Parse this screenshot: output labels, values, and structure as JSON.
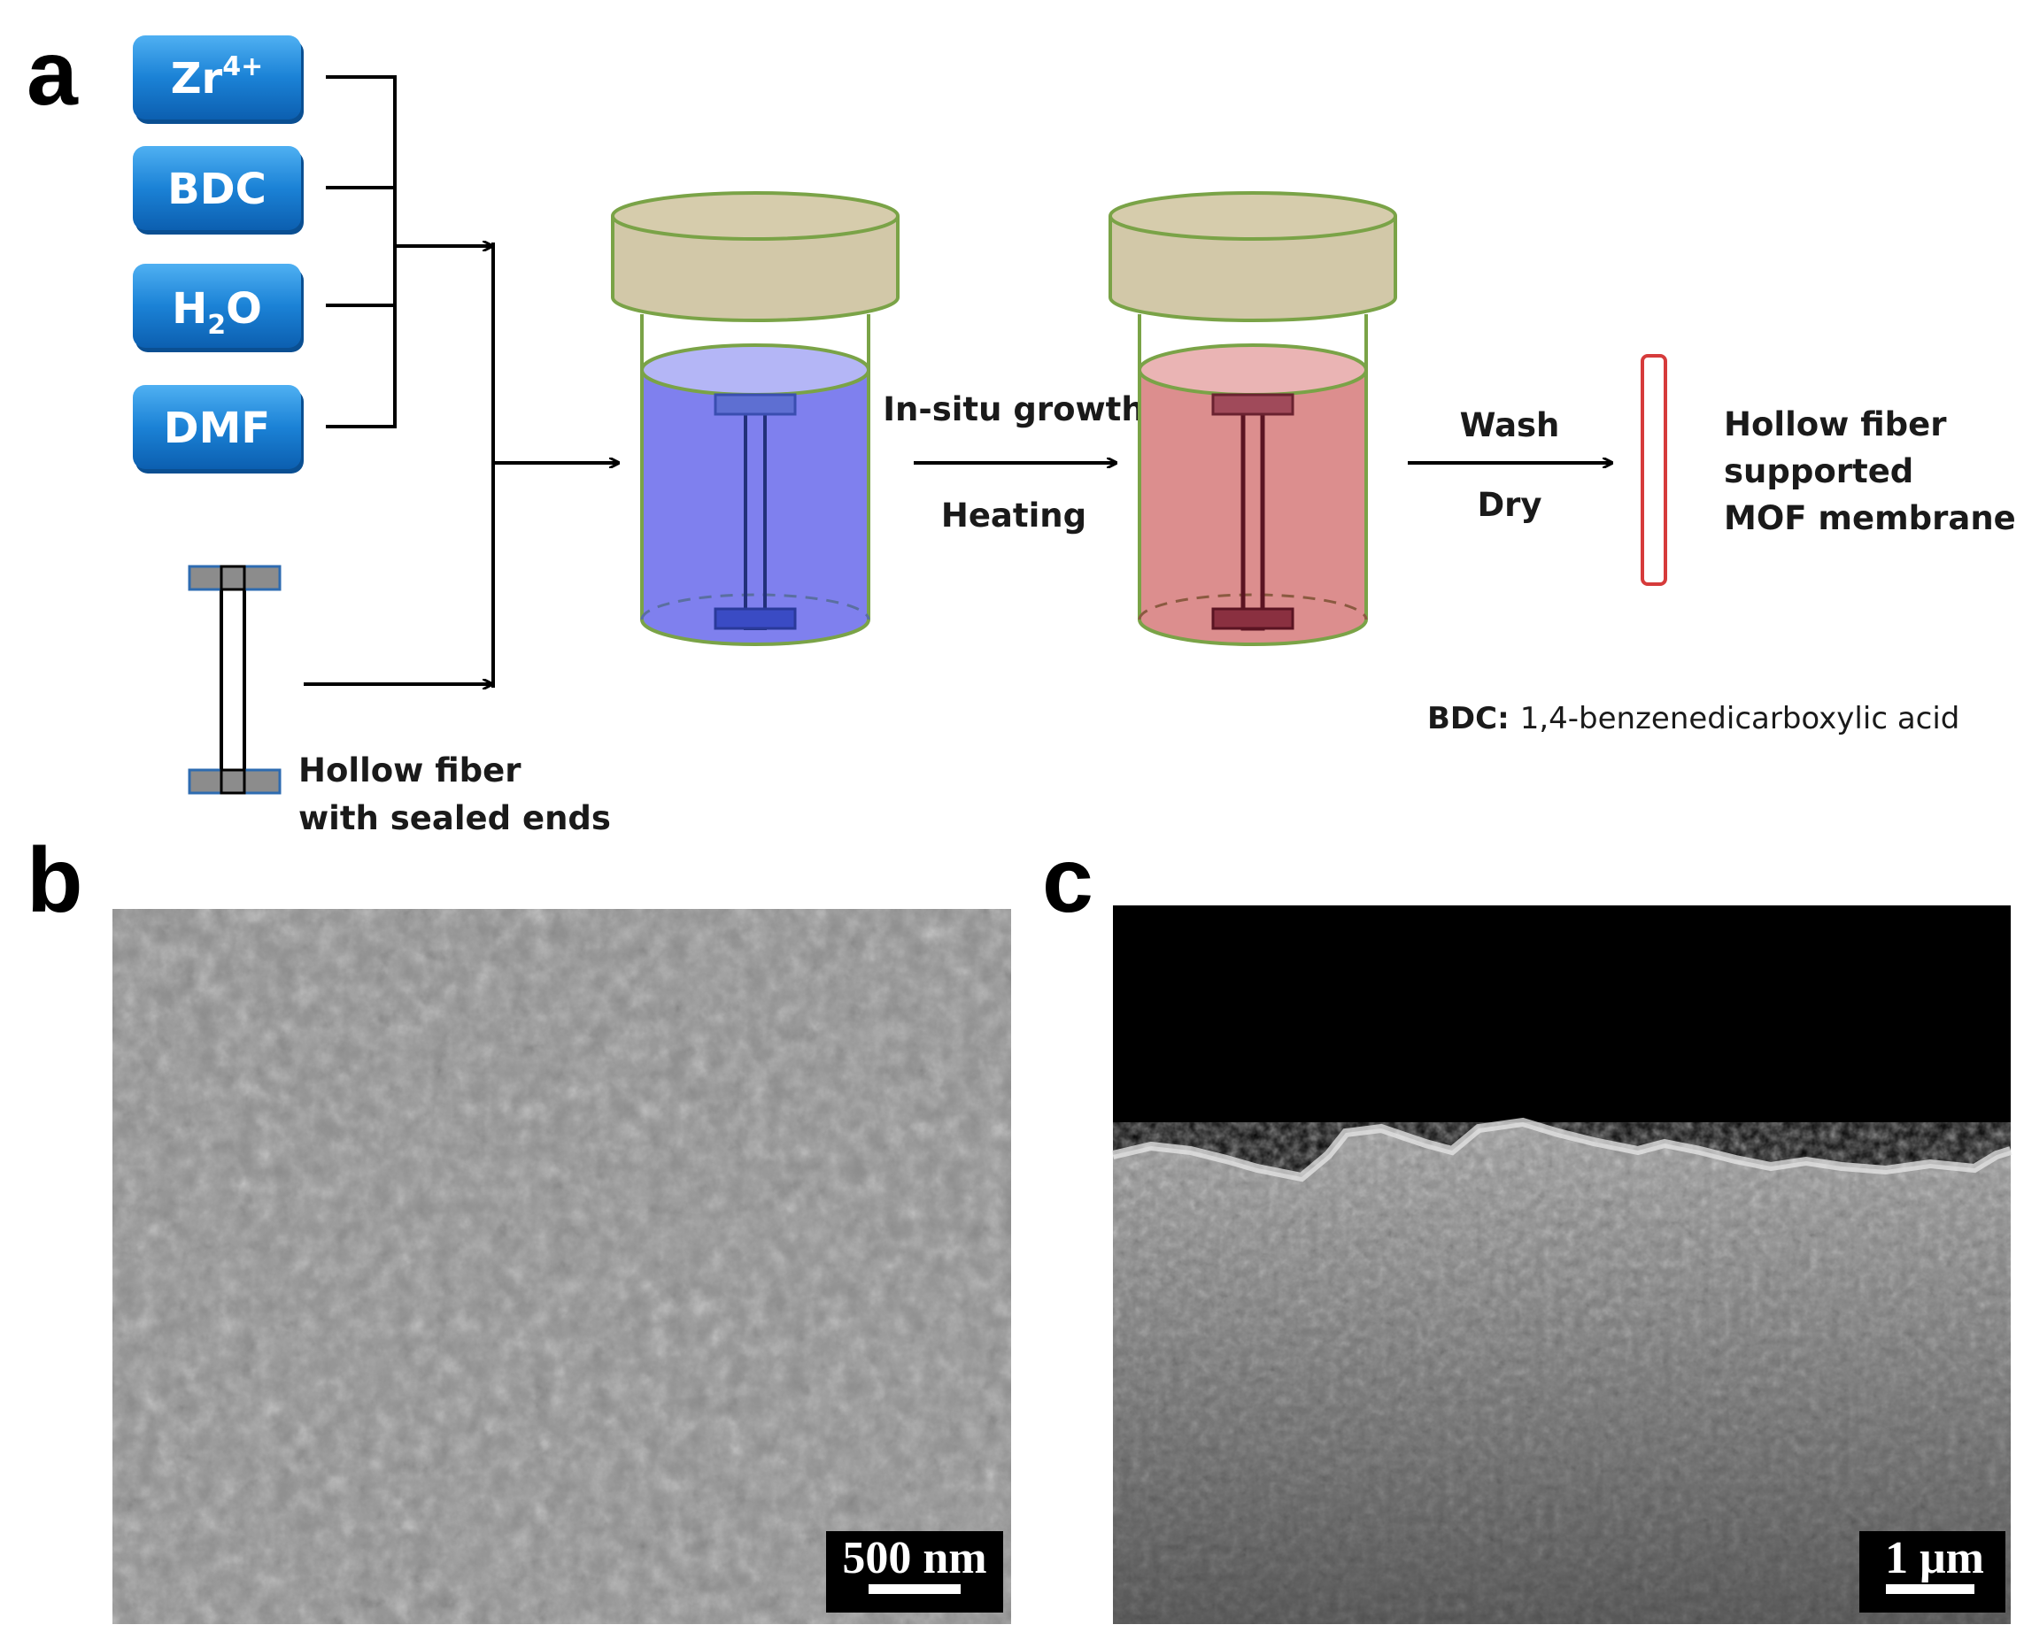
{
  "panels": {
    "a": "a",
    "b": "b",
    "c": "c"
  },
  "reagents": [
    {
      "base": "Zr",
      "sup": "4+",
      "sub": "",
      "tail": ""
    },
    {
      "base": "BDC",
      "sup": "",
      "sub": "",
      "tail": ""
    },
    {
      "base": "H",
      "sup": "",
      "sub": "2",
      "tail": "O"
    },
    {
      "base": "DMF",
      "sup": "",
      "sub": "",
      "tail": ""
    }
  ],
  "fiber_label": {
    "line1": "Hollow fiber",
    "line2": "with sealed ends"
  },
  "step1": {
    "top": "In-situ growth",
    "bottom": "Heating"
  },
  "step2": {
    "top": "Wash",
    "bottom": "Dry"
  },
  "product": {
    "line1": "Hollow fiber",
    "line2": "supported",
    "line3": "MOF membrane"
  },
  "abbreviation": {
    "term": "BDC:",
    "definition": "1,4-benzenedicarboxylic acid"
  },
  "sem_b": {
    "scale_bar": "500 nm"
  },
  "sem_c": {
    "scale_bar": "1 μm"
  },
  "colors": {
    "reagent_box": "#1e7fd0",
    "solution_blue": "#7f80ee",
    "solution_red": "#dc8e8e",
    "lid": "#d2c8a8",
    "vessel_outline": "#7aa347",
    "product_tube": "#d63b3b"
  }
}
